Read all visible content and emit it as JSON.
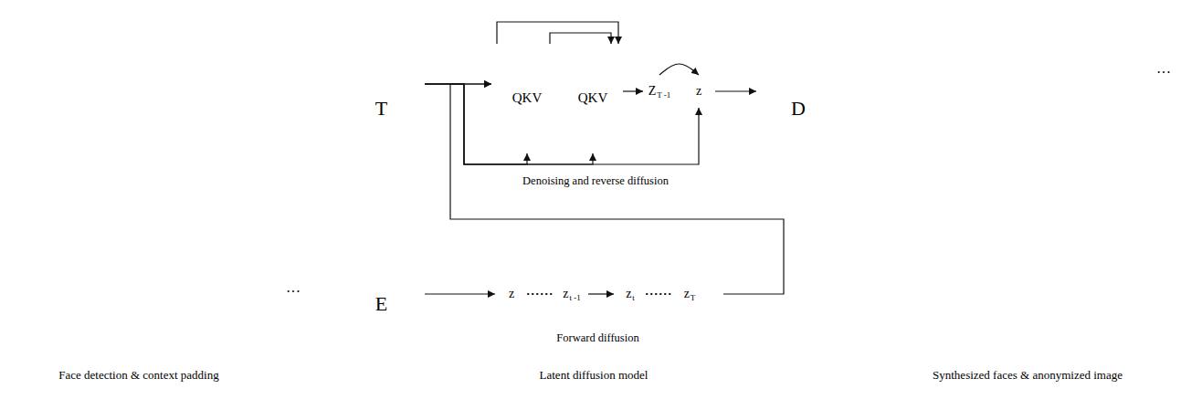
{
  "diagram": {
    "nodes": [
      {
        "text": [
          "T"
        ]
      },
      {
        "text": [
          "Denoising and reverse diffusion"
        ]
      },
      {
        "text": [
          "QKV"
        ],
        "in": 1
      },
      {
        "text": [
          "QKV"
        ],
        "in": 1
      },
      {
        "text": [
          "Z",
          "T -1"
        ],
        "in": 1
      },
      {
        "text": [
          "z"
        ],
        "in": 1
      },
      {
        "text": [
          "D"
        ]
      },
      {
        "text": [
          "E"
        ]
      },
      {
        "text": [
          "Forward diffusion"
        ]
      },
      {
        "text": [
          "z"
        ],
        "in": 8
      },
      {
        "text": [
          "z",
          "t -1"
        ],
        "in": 8
      },
      {
        "text": [
          "z",
          "t"
        ],
        "in": 8
      },
      {
        "text": [
          "z",
          "T"
        ],
        "in": 8
      }
    ],
    "edges": [
      {
        "from": 0,
        "to": 2,
        "arrow": "to"
      },
      {
        "from": 8,
        "to": 2,
        "arrow": "to"
      },
      {
        "from": 0,
        "to": 2,
        "arrow": "to"
      },
      {
        "from": 0,
        "to": 3,
        "arrow": "to"
      },
      {
        "from": 0,
        "to": 5,
        "arrow": "to"
      },
      {
        "from": 2,
        "to": 3,
        "arrow": "to"
      },
      {
        "from": 2,
        "to": 3,
        "arrow": "to"
      },
      {
        "from": 3,
        "to": 4,
        "arrow": "to"
      },
      {
        "from": 4,
        "to": 5,
        "arrow": "to"
      },
      {
        "from": 5,
        "to": 6,
        "arrow": "to"
      },
      {
        "from": 7,
        "to": 9,
        "arrow": "to"
      },
      {
        "from": 9,
        "to": 10,
        "arrow": "none"
      },
      {
        "from": 10,
        "to": 11,
        "arrow": "to"
      },
      {
        "from": 11,
        "to": 12,
        "arrow": "none"
      }
    ],
    "labels": [
      "Face detection & context padding",
      "···",
      "Latent diffusion model",
      "···",
      "Synthesized faces & anonymized image"
    ]
  }
}
